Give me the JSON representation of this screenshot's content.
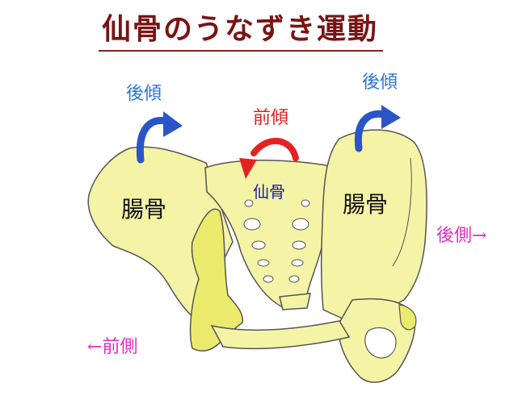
{
  "title": "仙骨のうなずき運動",
  "labels": {
    "posterior_tilt_left": "後傾",
    "posterior_tilt_right": "後傾",
    "anterior_tilt": "前傾",
    "sacrum": "仙骨",
    "ilium_left": "腸骨",
    "ilium_right": "腸骨",
    "posterior_side": "後側→",
    "anterior_side": "←前側"
  },
  "colors": {
    "bone_fill": "#f5f3a6",
    "bone_accent": "#ecea6c",
    "outline": "#555555",
    "title": "#7a1414",
    "posterior_arrow": "#2a55c8",
    "anterior_arrow": "#e42222",
    "side_label": "#e02ec0"
  }
}
